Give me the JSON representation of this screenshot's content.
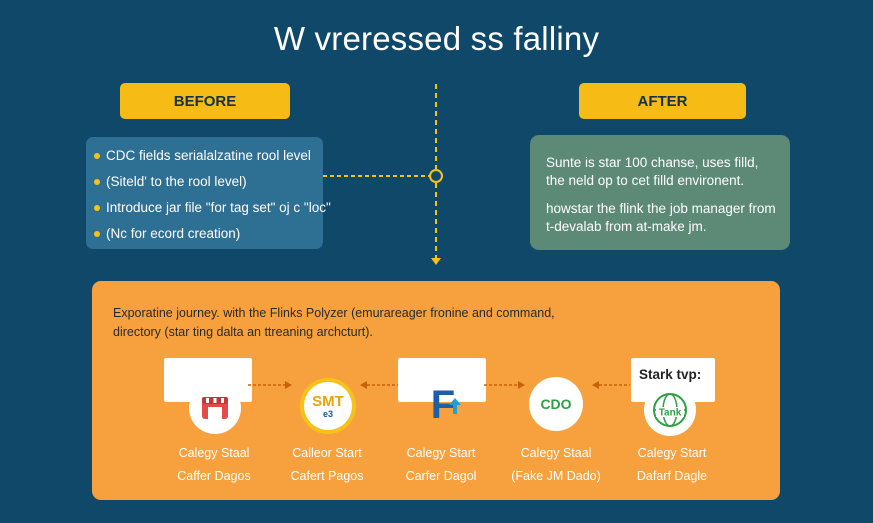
{
  "title": "W vreressed ss fallіny",
  "before": {
    "label": "BEFORE",
    "items": [
      "CDC fields serialalzatine rool level",
      "(Siteld' to the rool level)",
      "Introduce jar file \"for tag set\" oj c \"loc\"",
      "(Nc for ecord creation)"
    ]
  },
  "after": {
    "label": "AFTER",
    "paragraphs": [
      "Sunte is star 100 chanse, uses filld, the neld op to cet filld environent.",
      "howstar the flink the job manager from t-devalab from at-make jm."
    ]
  },
  "panel": {
    "description": "Exporatine journey. with the Flinks Polyzer (emurareager fronine and command, directory (star ting dalta an ttreaning archcturt).",
    "steps": [
      {
        "icon": "gate-icon",
        "line1": "Calegy Staal",
        "line2": "Caffer Dagos"
      },
      {
        "icon": "smt-badge-icon",
        "icon_text": "SMT",
        "icon_sub": "e3",
        "line1": "Calleor Start",
        "line2": "Cafert Pagos"
      },
      {
        "icon": "flink-f-icon",
        "icon_text": "F",
        "line1": "Calegy Start",
        "line2": "Carfer Dagol"
      },
      {
        "icon": "cdo-icon",
        "icon_text": "CDO",
        "line1": "Calegy Staal",
        "line2": "(Fake JM Dado)"
      },
      {
        "icon": "tank-globe-icon",
        "icon_text": "Tank",
        "line1": "Calegy Start",
        "line2": "Dafarf Dagle"
      }
    ],
    "start_card": "Stark tvp:"
  },
  "colors": {
    "background": "#0f4868",
    "accent_yellow": "#f6bb14",
    "before_box": "#2e6f94",
    "after_box": "#5c8a77",
    "panel_orange": "#f6a13e"
  }
}
